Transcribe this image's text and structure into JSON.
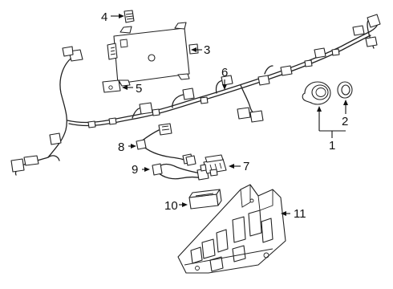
{
  "callouts": {
    "c1": "1",
    "c2": "2",
    "c3": "3",
    "c4": "4",
    "c5": "5",
    "c6": "6",
    "c7": "7",
    "c8": "8",
    "c9": "9",
    "c10": "10",
    "c11": "11"
  },
  "parts": [
    {
      "id": "1",
      "name": "park-assist-sensor"
    },
    {
      "id": "2",
      "name": "sensor-retainer-ring"
    },
    {
      "id": "3",
      "name": "control-module"
    },
    {
      "id": "4",
      "name": "module-bolt"
    },
    {
      "id": "5",
      "name": "switch"
    },
    {
      "id": "6",
      "name": "wire-harness"
    },
    {
      "id": "7",
      "name": "connector"
    },
    {
      "id": "8",
      "name": "harness-segment"
    },
    {
      "id": "9",
      "name": "harness-segment"
    },
    {
      "id": "10",
      "name": "sensor-module"
    },
    {
      "id": "11",
      "name": "mounting-bracket"
    }
  ]
}
